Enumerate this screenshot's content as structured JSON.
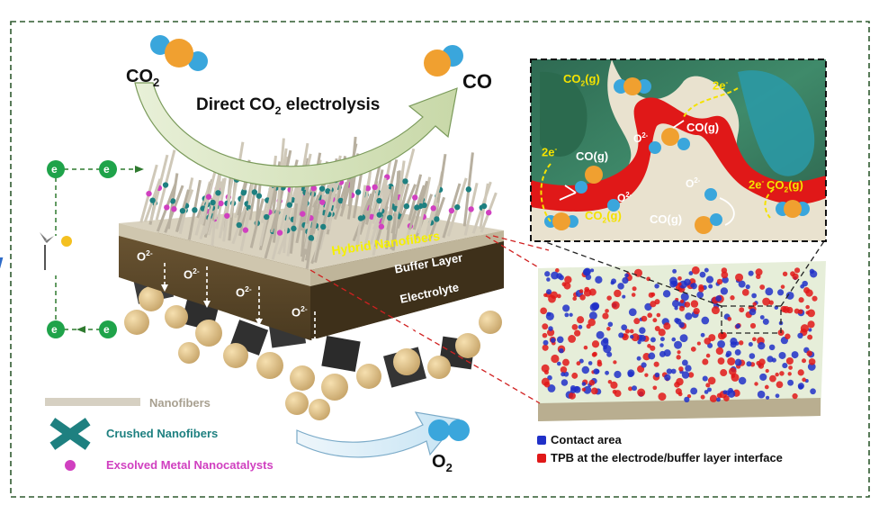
{
  "reaction": {
    "reactant": "CO",
    "reactant_sub": "2",
    "product": "CO",
    "process_prefix": "Direct CO",
    "process_sub": "2",
    "process_suffix": " electrolysis",
    "anode_product": "O",
    "anode_product_sub": "2"
  },
  "circuit": {
    "electron_label": "e"
  },
  "layers": {
    "hybrid_nanofibers": "Hybrid Nanofibers",
    "buffer_layer": "Buffer Layer",
    "electrolyte": "Electrolyte",
    "oxygen_electrode": "Oxygen Electrode",
    "oxide_ion": "O",
    "oxide_ion_sup": "2-"
  },
  "legend": {
    "nanofibers": "Nanofibers",
    "crushed_nanofibers": "Crushed Nanofibers",
    "exsolved": "Exsolved Metal Nanocatalysts",
    "contact_area": "Contact  area",
    "tpb": "TPB at the electrode/buffer layer interface"
  },
  "inset": {
    "co2_gas_prefix": "CO",
    "co2_gas_sub": "2",
    "co2_gas_suffix": "(g)",
    "co_gas": "CO(g)",
    "two_electrons": "2e",
    "electron_sup": "-",
    "oxide_ion": "O",
    "oxide_ion_sup": "2-"
  },
  "colors": {
    "oxygen_atom": "#f0a030",
    "carbon_atom": "#3aa6dc",
    "electron": "#1fa34a",
    "tpb": "#e01818",
    "contact_area": "#2030c8",
    "hybrid_label": "#f5f000",
    "crushed": "#1e8080",
    "exsolved": "#d040c0",
    "electrolyte": "#5a4528",
    "buffer": "#d8d0bc"
  }
}
